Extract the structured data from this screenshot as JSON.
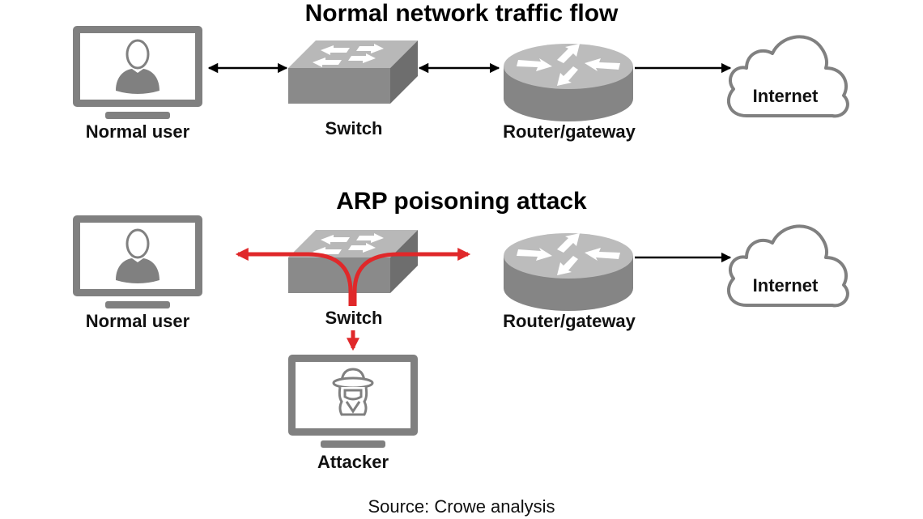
{
  "sections": [
    {
      "title": "Normal network traffic flow",
      "nodes": {
        "user": "Normal user",
        "switch": "Switch",
        "router": "Router/gateway",
        "internet": "Internet"
      },
      "links": [
        {
          "from": "Normal user",
          "to": "Switch",
          "style": "bidirectional",
          "color": "#000000"
        },
        {
          "from": "Switch",
          "to": "Router/gateway",
          "style": "bidirectional",
          "color": "#000000"
        },
        {
          "from": "Router/gateway",
          "to": "Internet",
          "style": "directed",
          "color": "#000000"
        }
      ]
    },
    {
      "title": "ARP poisoning attack",
      "nodes": {
        "user": "Normal user",
        "switch": "Switch",
        "router": "Router/gateway",
        "internet": "Internet",
        "attacker": "Attacker"
      },
      "links": [
        {
          "from": "Switch",
          "to": "Normal user",
          "style": "directed",
          "color": "#e0282a"
        },
        {
          "from": "Switch",
          "to": "Router/gateway",
          "style": "directed",
          "color": "#e0282a"
        },
        {
          "from": "Switch",
          "to": "Attacker",
          "style": "directed",
          "color": "#e0282a"
        },
        {
          "from": "Router/gateway",
          "to": "Internet",
          "style": "directed",
          "color": "#000000"
        }
      ]
    }
  ],
  "source": "Source: Crowe analysis",
  "colors": {
    "attack": "#e0282a",
    "device_gray": "#808080",
    "line": "#000000"
  }
}
